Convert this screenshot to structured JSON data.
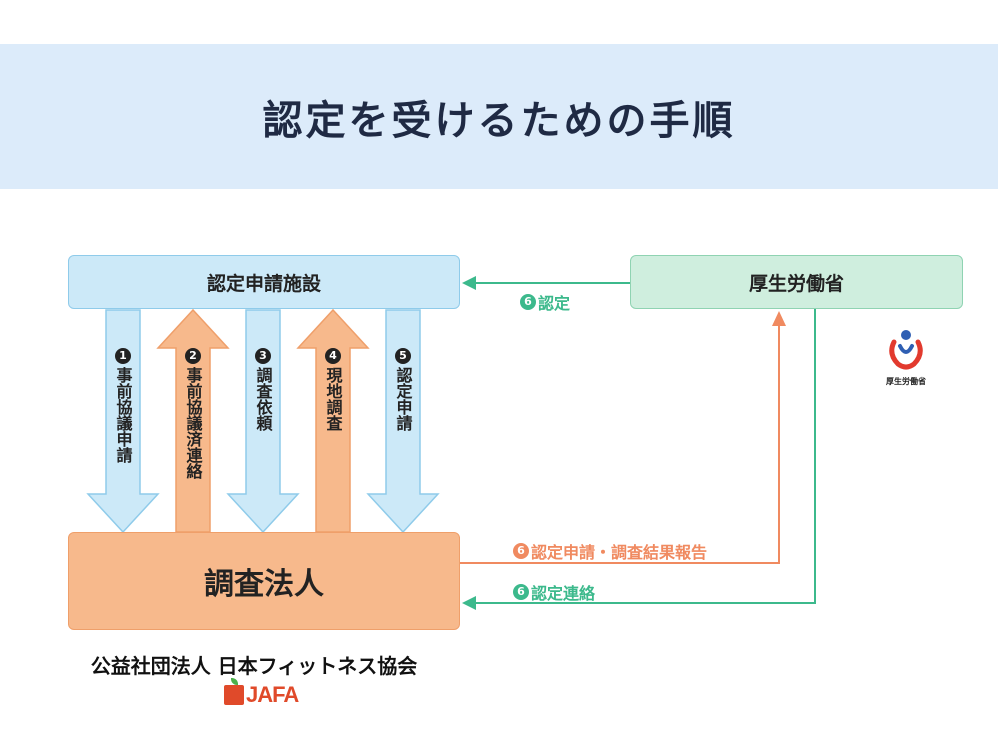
{
  "title": "認定を受けるための手順",
  "nodes": {
    "facility": "認定申請施設",
    "ministry": "厚生労働省",
    "investigator": "調査法人"
  },
  "steps": [
    {
      "num": "1",
      "text": "事前協議申請",
      "direction": "down",
      "color": "#cce9f8"
    },
    {
      "num": "2",
      "text": "事前協議済連絡",
      "direction": "up",
      "color": "#f7b98c"
    },
    {
      "num": "3",
      "text": "調査依頼",
      "direction": "down",
      "color": "#cce9f8"
    },
    {
      "num": "4",
      "text": "現地調査",
      "direction": "up",
      "color": "#f7b98c"
    },
    {
      "num": "5",
      "text": "認定申請",
      "direction": "down",
      "color": "#cce9f8"
    }
  ],
  "flows": {
    "certify": {
      "num": "6",
      "text": "認定"
    },
    "report": {
      "num": "6",
      "text": "認定申請・調査結果報告"
    },
    "notify": {
      "num": "6",
      "text": "認定連絡"
    }
  },
  "ministry_logo": {
    "caption": "厚生労働省"
  },
  "organization": "公益社団法人 日本フィットネス協会",
  "jafa_logo": {
    "text": "JAFA"
  }
}
